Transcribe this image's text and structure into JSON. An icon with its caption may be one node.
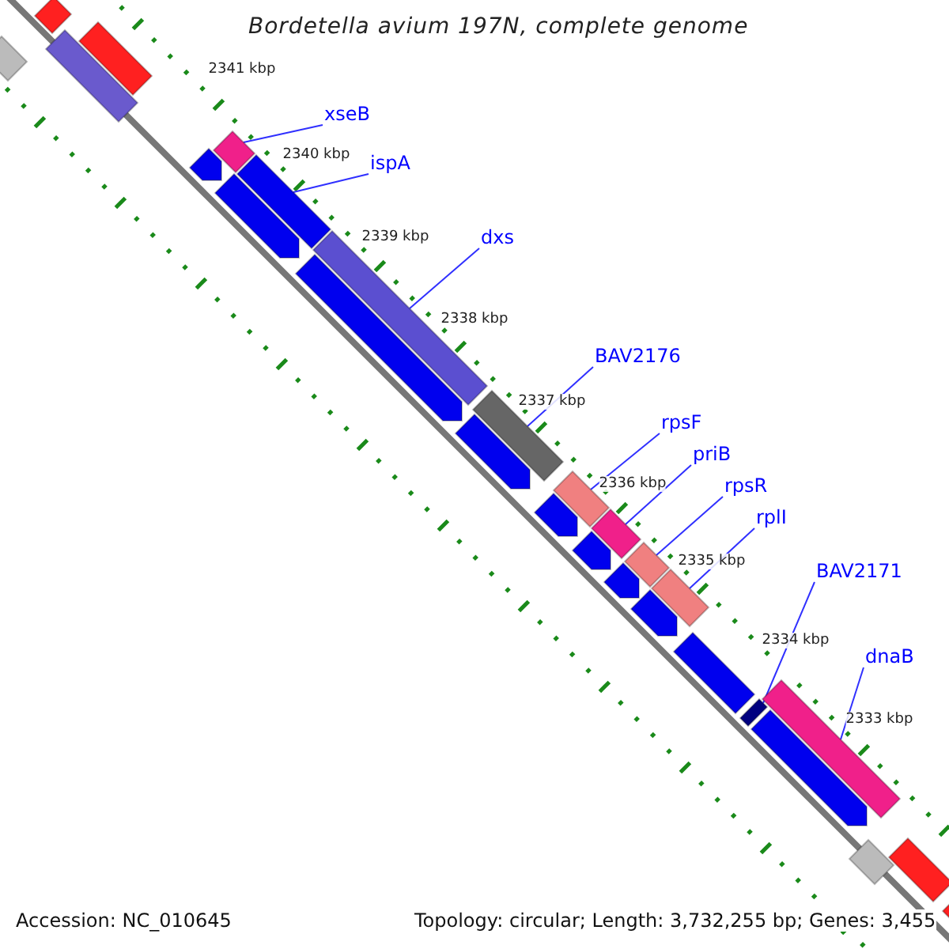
{
  "diagram": {
    "title": "Bordetella avium 197N, complete genome",
    "nodes": [
      {
        "text": [
          "xseB"
        ]
      },
      {
        "text": [
          "ispA"
        ]
      },
      {
        "text": [
          "dxs"
        ]
      },
      {
        "text": [
          "BAV2176"
        ]
      },
      {
        "text": [
          "rpsF"
        ]
      },
      {
        "text": [
          "priB"
        ]
      },
      {
        "text": [
          "rpsR"
        ]
      },
      {
        "text": [
          "rplI"
        ]
      },
      {
        "text": [
          "BAV2171"
        ]
      },
      {
        "text": [
          "dnaB"
        ]
      },
      {
        "text": [],
        "shape": "bar"
      },
      {
        "text": [],
        "shape": "bar"
      },
      {
        "text": [],
        "shape": "bar"
      },
      {
        "text": [],
        "shape": "bar"
      },
      {
        "text": [],
        "shape": "bar"
      },
      {
        "text": [],
        "shape": "bar"
      },
      {
        "text": [],
        "shape": "bar"
      },
      {
        "text": [],
        "shape": "bar"
      },
      {
        "text": [],
        "shape": "bar"
      },
      {
        "text": [],
        "shape": "bar"
      },
      {
        "text": [],
        "shape": "bar"
      },
      {
        "text": [],
        "shape": "bar"
      },
      {
        "text": [],
        "shape": "bar"
      },
      {
        "text": [],
        "shape": "bar"
      },
      {
        "text": [],
        "shape": "pentagon"
      },
      {
        "text": [],
        "shape": "pentagon"
      },
      {
        "text": [],
        "shape": "pentagon"
      },
      {
        "text": [],
        "shape": "pentagon"
      },
      {
        "text": [],
        "shape": "pentagon"
      },
      {
        "text": [],
        "shape": "pentagon"
      },
      {
        "text": [],
        "shape": "pentagon"
      },
      {
        "text": [],
        "shape": "pentagon"
      },
      {
        "text": [],
        "shape": "bar"
      },
      {
        "text": [],
        "shape": "pentagon"
      },
      {
        "text": [],
        "shape": "bar"
      },
      {
        "text": [],
        "shape": "bar"
      },
      {
        "text": [],
        "shape": "bar"
      }
    ],
    "edges": [
      {
        "from": 0,
        "to": 10,
        "arrow": "none"
      },
      {
        "from": 1,
        "to": 11,
        "arrow": "none"
      },
      {
        "from": 2,
        "to": 12,
        "arrow": "none"
      },
      {
        "from": 3,
        "to": 13,
        "arrow": "none"
      },
      {
        "from": 4,
        "to": 14,
        "arrow": "none"
      },
      {
        "from": 5,
        "to": 15,
        "arrow": "none"
      },
      {
        "from": 6,
        "to": 16,
        "arrow": "none"
      },
      {
        "from": 7,
        "to": 17,
        "arrow": "none"
      },
      {
        "from": 8,
        "to": 18,
        "arrow": "none"
      },
      {
        "from": 9,
        "to": 19,
        "arrow": "none"
      }
    ],
    "labels": [
      "2341 kbp",
      "2340 kbp",
      "2339 kbp",
      "2338 kbp",
      "2337 kbp",
      "2336 kbp",
      "2335 kbp",
      "2334 kbp",
      "2333 kbp",
      "Accession: NC_010645",
      "Topology: circular; Length: 3,732,255 bp; Genes: 3,455"
    ]
  }
}
